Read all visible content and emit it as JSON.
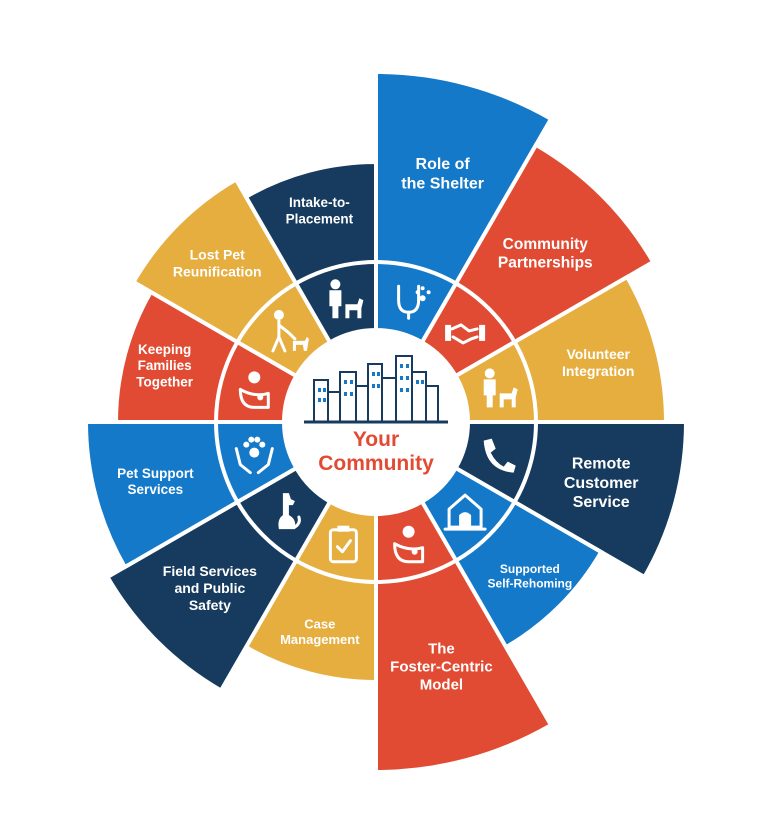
{
  "colors": {
    "blue": "#1479c9",
    "red": "#e14b33",
    "gold": "#e6ad3f",
    "navy": "#163b5e",
    "white": "#ffffff",
    "center_text": "#e14b33",
    "city_outline": "#163b5e"
  },
  "center": {
    "line1": "Your",
    "line2": "Community"
  },
  "segments": [
    {
      "id": "role-of-the-shelter",
      "lines": [
        "Role of",
        "the Shelter"
      ],
      "color": "blue",
      "icon": "stethoscope-icon"
    },
    {
      "id": "community-partnerships",
      "lines": [
        "Community",
        "Partnerships"
      ],
      "color": "red",
      "icon": "handshake-icon"
    },
    {
      "id": "volunteer-integration",
      "lines": [
        "Volunteer",
        "Integration"
      ],
      "color": "gold",
      "icon": "person-with-dog-icon"
    },
    {
      "id": "remote-customer-service",
      "lines": [
        "Remote",
        "Customer",
        "Service"
      ],
      "color": "navy",
      "icon": "phone-icon"
    },
    {
      "id": "supported-self-rehoming",
      "lines": [
        "Supported",
        "Self-Rehoming"
      ],
      "color": "blue",
      "icon": "dog-house-icon"
    },
    {
      "id": "the-foster-centric-model",
      "lines": [
        "The",
        "Foster-Centric",
        "Model"
      ],
      "color": "red",
      "icon": "person-holding-pet-icon"
    },
    {
      "id": "case-management",
      "lines": [
        "Case",
        "Management"
      ],
      "color": "gold",
      "icon": "clipboard-check-icon"
    },
    {
      "id": "field-services-and-public-safety",
      "lines": [
        "Field Services",
        "and Public",
        "Safety"
      ],
      "color": "navy",
      "icon": "sitting-dog-icon"
    },
    {
      "id": "pet-support-services",
      "lines": [
        "Pet Support",
        "Services"
      ],
      "color": "blue",
      "icon": "hands-paw-icon"
    },
    {
      "id": "keeping-families-together",
      "lines": [
        "Keeping",
        "Families",
        "Together"
      ],
      "color": "red",
      "icon": "person-holding-pet-icon"
    },
    {
      "id": "lost-pet-reunification",
      "lines": [
        "Lost Pet",
        "Reunification"
      ],
      "color": "gold",
      "icon": "person-walking-dog-icon"
    },
    {
      "id": "intake-to-placement",
      "lines": [
        "Intake-to-",
        "Placement"
      ],
      "color": "navy",
      "icon": "person-with-dog-icon"
    }
  ]
}
